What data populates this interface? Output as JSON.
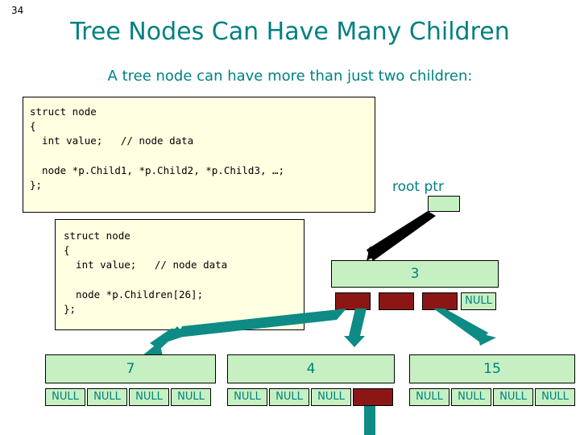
{
  "slide": {
    "number": "34",
    "title": "Tree Nodes Can Have Many Children",
    "subtitle": "A tree node can have more than just two children:",
    "accent_color": "#008080",
    "code_bg": "#ffffe1",
    "node_green": "#c6f0c2",
    "node_dark": "#8c1616"
  },
  "code_blocks": [
    {
      "name": "variadic-children-struct",
      "text": "struct node\n{\n  int value;   // node data\n\n  node *p.Child1, *p.Child2, *p.Child3, …;\n};"
    },
    {
      "name": "array-children-struct",
      "text": "struct node\n{\n  int value;   // node data\n\n  node *p.Children[26];\n};"
    }
  ],
  "diagram": {
    "root_label": "root ptr",
    "root_pointer_box": "",
    "nodes": [
      {
        "name": "root-node",
        "value": "3"
      },
      {
        "name": "child-node-left",
        "value": "7"
      },
      {
        "name": "child-node-middle",
        "value": "4"
      },
      {
        "name": "child-node-right",
        "value": "15"
      }
    ],
    "null_labels": {
      "root_children": [
        "",
        "",
        "",
        "NULL"
      ],
      "left_children": [
        "NULL",
        "NULL",
        "NULL",
        "NULL"
      ],
      "middle_children": [
        "NULL",
        "NULL",
        "NULL",
        ""
      ],
      "right_children": [
        "NULL",
        "NULL",
        "NULL",
        "NULL"
      ]
    }
  }
}
